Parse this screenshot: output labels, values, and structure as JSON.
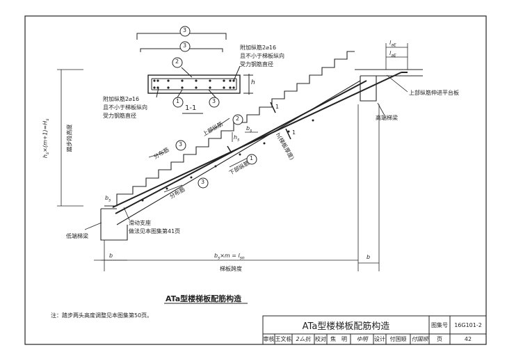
{
  "drawing": {
    "section_label": "1-1",
    "circle_1": "1",
    "circle_2": "2",
    "circle_3": "3",
    "extra_bar_top_1": "附加纵筋2⌀16",
    "extra_bar_top_2": "且不小于梯板纵向",
    "extra_bar_top_3": "受力钢筋直径",
    "extra_bar_left_1": "附加纵筋2⌀16",
    "extra_bar_left_2": "且不小于梯板纵向",
    "extra_bar_left_3": "受力钢筋直径",
    "section_h": "h",
    "la_E_1": "l",
    "la_E_2": "l",
    "la_sub_1": "aE",
    "la_sub_2": "aE",
    "upper_bar_to_platform": "上部纵筋伸进平台板",
    "high_beam": "高端梯梁",
    "low_beam": "低端梯梁",
    "upper_bar": "上部纵筋",
    "lower_bar": "下部纵筋",
    "dist_bar_1": "分布筋",
    "dist_bar_2": "分布筋",
    "bs_label": "b",
    "hs_label": "h",
    "h_thick": "h(梯板厚度)",
    "bs_left": "b",
    "slide_support_1": "滑动支座",
    "slide_support_2": "做法见本图集第41页",
    "span_formula": "b",
    "span_label": "梯板跨度",
    "b_left": "b",
    "b_right": "b",
    "vertical_formula": "h",
    "step_height": "踏步段高度",
    "cut_mark": "1",
    "main_title": "ATa型楼梯板配筋构造",
    "note": "注：踏步两头高度调整见本图集第50页。"
  },
  "title_block": {
    "title": "ATa型楼梯板配筋构造",
    "atlas_no_label": "图集号",
    "atlas_no": "16G101-2",
    "review_label": "审核",
    "review_name": "王文栋",
    "review_sign": "2ㄙ抗",
    "check_label": "校对",
    "check_name": "焦　明",
    "check_sign": "ゆ明",
    "design_label": "设计",
    "design_name": "付国顺",
    "design_sign": "付国顺",
    "page_label": "页",
    "page_no": "42"
  }
}
